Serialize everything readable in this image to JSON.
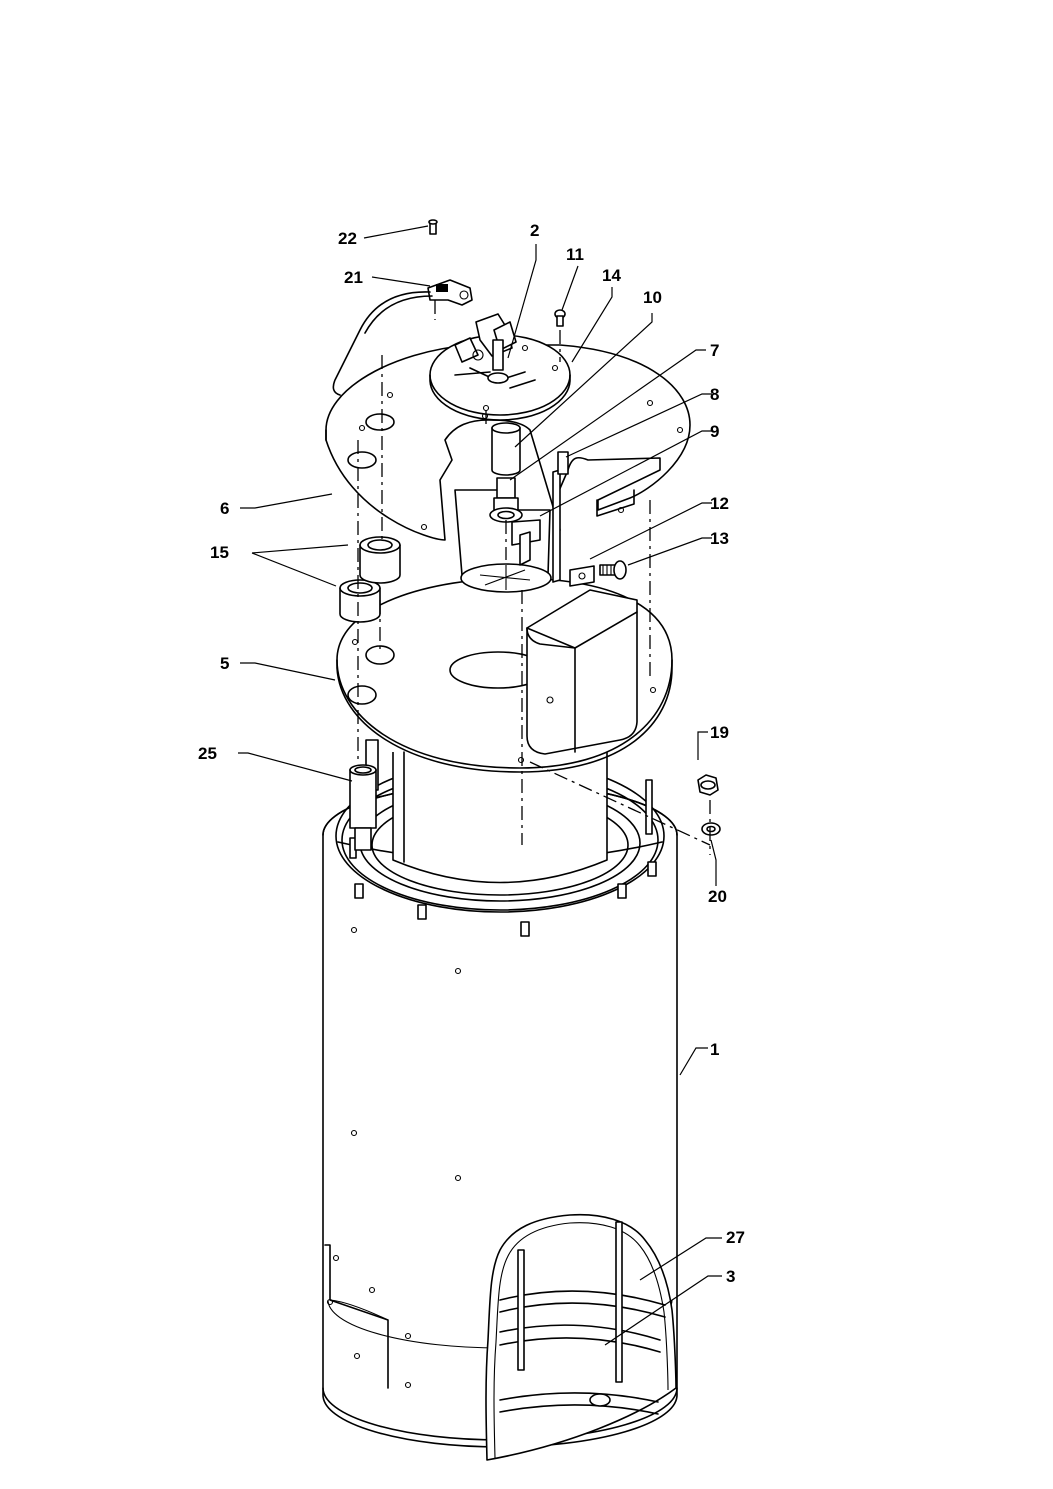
{
  "diagram": {
    "callouts": [
      {
        "id": "c22",
        "label": "22"
      },
      {
        "id": "c2",
        "label": "2"
      },
      {
        "id": "c11",
        "label": "11"
      },
      {
        "id": "c14",
        "label": "14"
      },
      {
        "id": "c10",
        "label": "10"
      },
      {
        "id": "c21",
        "label": "21"
      },
      {
        "id": "c7",
        "label": "7"
      },
      {
        "id": "c8",
        "label": "8"
      },
      {
        "id": "c9",
        "label": "9"
      },
      {
        "id": "c6",
        "label": "6"
      },
      {
        "id": "c12",
        "label": "12"
      },
      {
        "id": "c13",
        "label": "13"
      },
      {
        "id": "c15",
        "label": "15"
      },
      {
        "id": "c5",
        "label": "5"
      },
      {
        "id": "c19",
        "label": "19"
      },
      {
        "id": "c25",
        "label": "25"
      },
      {
        "id": "c20",
        "label": "20"
      },
      {
        "id": "c1",
        "label": "1"
      },
      {
        "id": "c27",
        "label": "27"
      },
      {
        "id": "c3",
        "label": "3"
      }
    ]
  }
}
